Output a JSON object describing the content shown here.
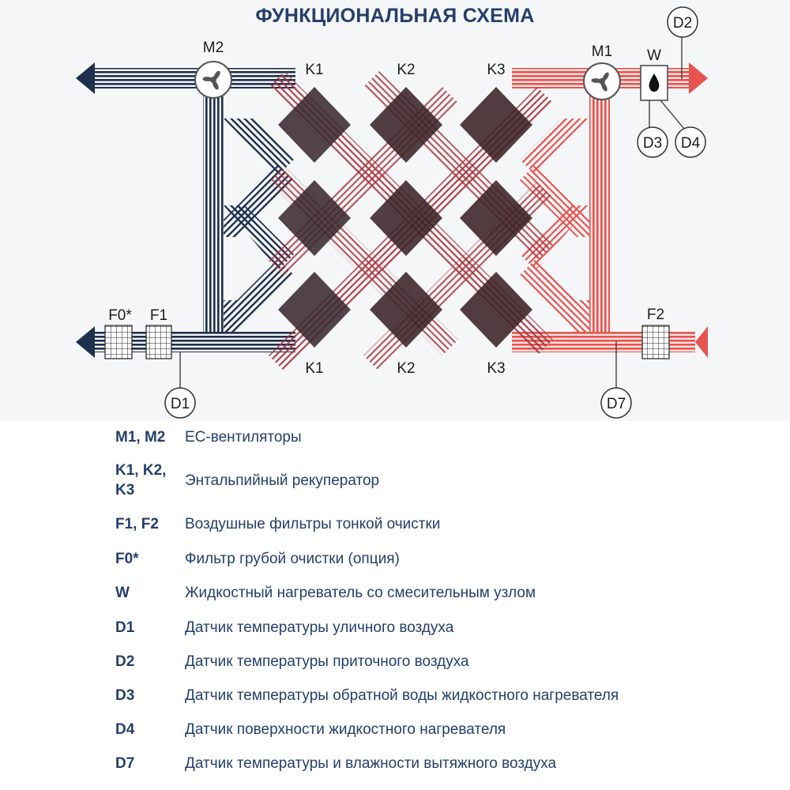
{
  "title": "ФУНКЦИОНАЛЬНАЯ СХЕМА",
  "colors": {
    "dark_flow": "#1f2f4e",
    "warm_flow": "#e8534e",
    "mixed_flow": "#a6323a",
    "heading": "#243f6d"
  },
  "diagram": {
    "fan_m2": "M2",
    "fan_m1": "M1",
    "heater": "W",
    "recuperators_top": [
      "K1",
      "K2",
      "K3"
    ],
    "recuperators_bottom": [
      "K1",
      "K2",
      "K3"
    ],
    "filter_f0": "F0*",
    "filter_f1": "F1",
    "filter_f2": "F2",
    "sensor_d1": "D1",
    "sensor_d2": "D2",
    "sensor_d3": "D3",
    "sensor_d4": "D4",
    "sensor_d7": "D7",
    "icons": [
      "fan-icon",
      "fan-icon",
      "water-drop-icon",
      "filter-grid-icon",
      "arrow-icon"
    ]
  },
  "legend": [
    {
      "code": "M1, M2",
      "desc": "ЕС-вентиляторы"
    },
    {
      "code": "K1, K2, K3",
      "desc": "Энтальпийный рекуператор"
    },
    {
      "code": "F1, F2",
      "desc": "Воздушные фильтры тонкой очистки"
    },
    {
      "code": "F0*",
      "desc": "Фильтр грубой очистки (опция)"
    },
    {
      "code": "W",
      "desc": "Жидкостный нагреватель со смесительным узлом"
    },
    {
      "code": "D1",
      "desc": "Датчик температуры уличного воздуха"
    },
    {
      "code": "D2",
      "desc": "Датчик температуры приточного воздуха"
    },
    {
      "code": "D3",
      "desc": "Датчик температуры обратной воды жидкостного нагревателя"
    },
    {
      "code": "D4",
      "desc": "Датчик поверхности жидкостного нагревателя"
    },
    {
      "code": "D7",
      "desc": "Датчик температуры и влажности вытяжного воздуха"
    }
  ]
}
